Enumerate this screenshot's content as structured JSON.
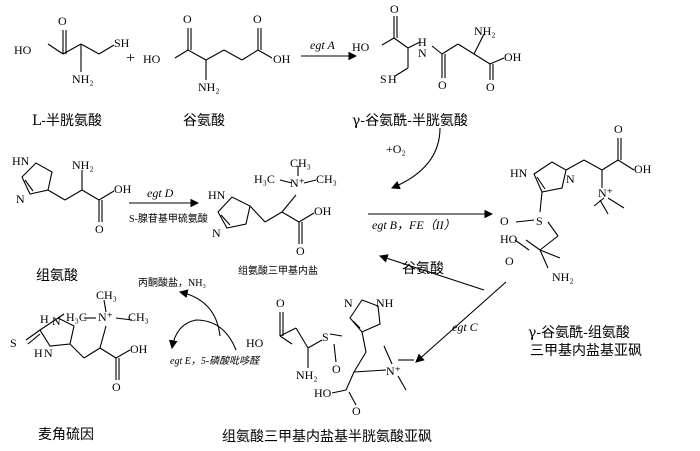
{
  "compounds": {
    "cysteine": "L-半胱氨酸",
    "glutamate": "谷氨酸",
    "gamma_glu_cys": "γ-谷氨酰-半胱氨酸",
    "histidine": "组氨酸",
    "hercynine": "组氨酸三甲基内盐",
    "gamma_glu_hercynyl_sulfoxide_line1": "γ-谷氨酰-组氨酸",
    "gamma_glu_hercynyl_sulfoxide_line2": "三甲基内盐基亚砜",
    "hercynyl_cysteine_sulfoxide": "组氨酸三甲基内盐基半胱氨酸亚砜",
    "ergothioneine": "麦角硫因"
  },
  "reactions": {
    "egtA": "egt A",
    "egtD": "egt D",
    "egtD_cofactor": "S-腺苷基甲硫氨酸",
    "egtB": "egt B，FE（II）",
    "o2": "+O₂",
    "glutamate_release": "谷氨酸",
    "egtC": "egt C",
    "egtE": "egt E，5-磷酸吡哆醛",
    "egtE_products": "丙酮酸盐，NH₃"
  },
  "atoms": {
    "HO": "HO",
    "OH": "OH",
    "O": "O",
    "SH": "SH",
    "S": "S",
    "NH2": "NH₂",
    "NH": "NH",
    "HN": "HN",
    "N": "N",
    "H": "H",
    "CH3": "CH₃",
    "H3C": "H₃C",
    "Nplus": "N⁺",
    "plus": "+"
  }
}
